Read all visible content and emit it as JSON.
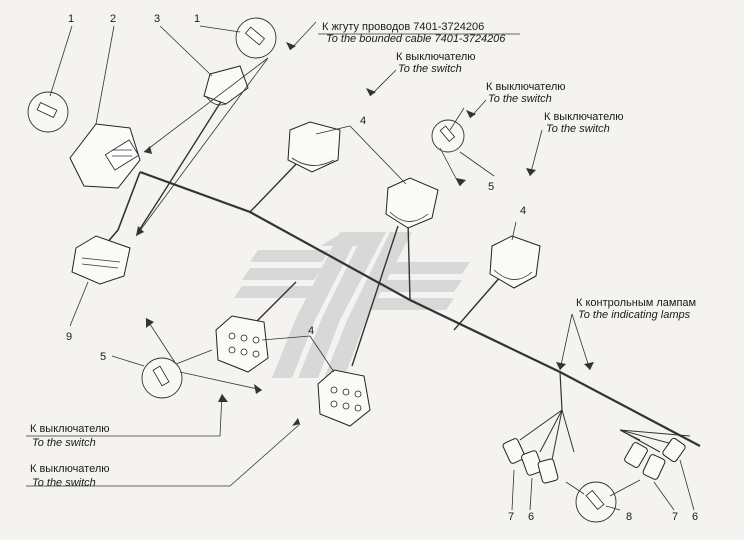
{
  "labels": {
    "bundled_cable_ru": "К жгуту проводов 7401-3724206",
    "bundled_cable_en": "To the bounded cable 7401-3724206",
    "switch_ru": "К выключателю",
    "switch_en": "To the switch",
    "lamps_ru": "К контрольным лампам",
    "lamps_en": "To the indicating lamps"
  },
  "callouts": {
    "n1": "1",
    "n2": "2",
    "n3": "3",
    "n4": "4",
    "n5": "5",
    "n6": "6",
    "n7": "7",
    "n8": "8",
    "n9": "9"
  },
  "colors": {
    "line": "#333333",
    "watermark": "#d7d9d9",
    "background": "#f4f3ef"
  }
}
